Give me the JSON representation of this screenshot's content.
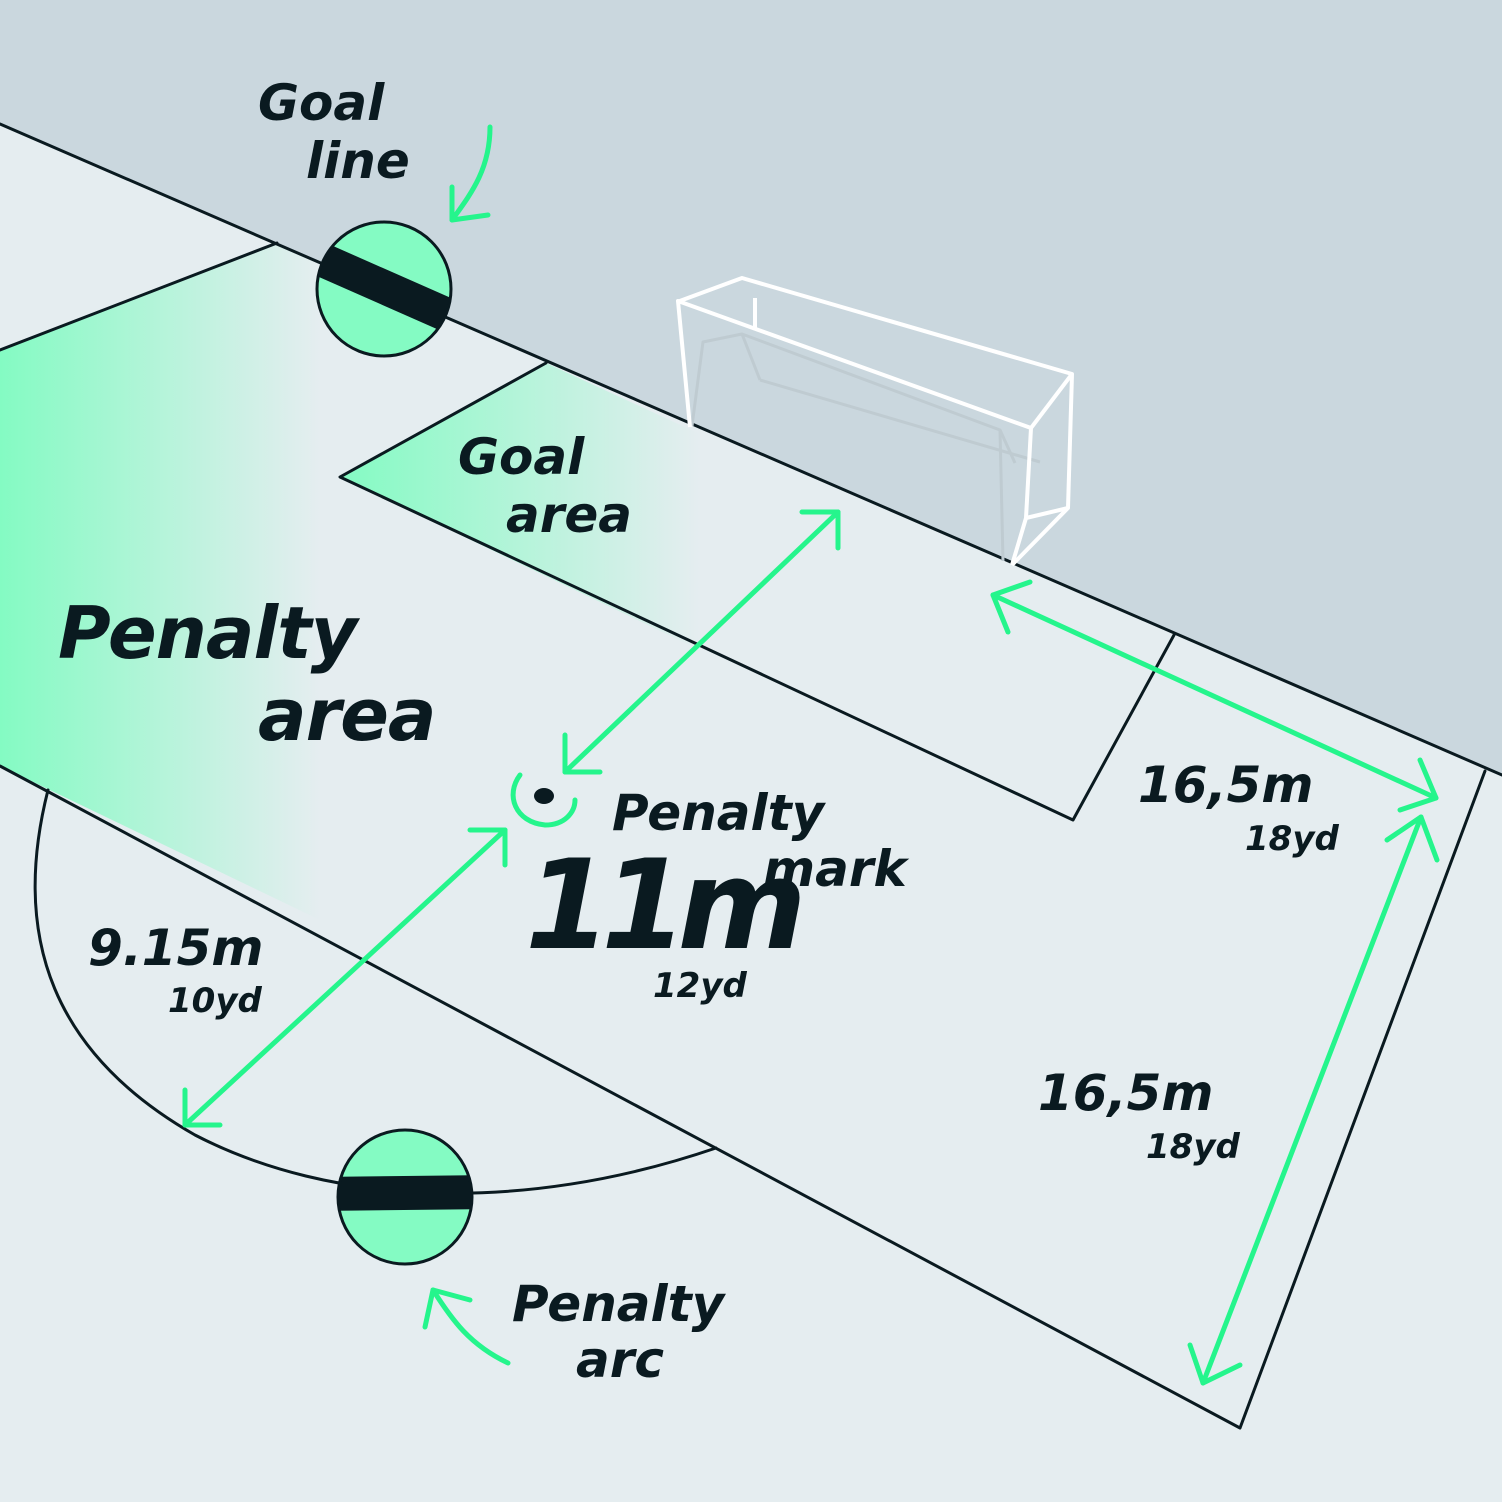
{
  "colors": {
    "pitch": "#e5edf0",
    "outside": "#cad7de",
    "highlight": "#84fbc3",
    "line": "#0a1a20",
    "arrow": "#25f58c",
    "goal_frame": "#ffffff"
  },
  "icons": {
    "goal_line_marker": "line-crossing-icon",
    "penalty_arc_marker": "line-crossing-icon",
    "penalty_mark": "penalty-spot-icon"
  },
  "labels": {
    "goal_line": [
      "Goal",
      "line"
    ],
    "goal_area": [
      "Goal",
      "area"
    ],
    "penalty_area": [
      "Penalty",
      "area"
    ],
    "penalty_mark": [
      "Penalty",
      "mark"
    ],
    "penalty_arc": [
      "Penalty",
      "arc"
    ]
  },
  "measurements": {
    "penalty_distance": {
      "metric": "11m",
      "imperial": "12yd"
    },
    "arc_radius": {
      "metric": "9.15m",
      "imperial": "10yd"
    },
    "box_width": {
      "metric": "16,5m",
      "imperial": "18yd"
    },
    "box_depth": {
      "metric": "16,5m",
      "imperial": "18yd"
    }
  }
}
